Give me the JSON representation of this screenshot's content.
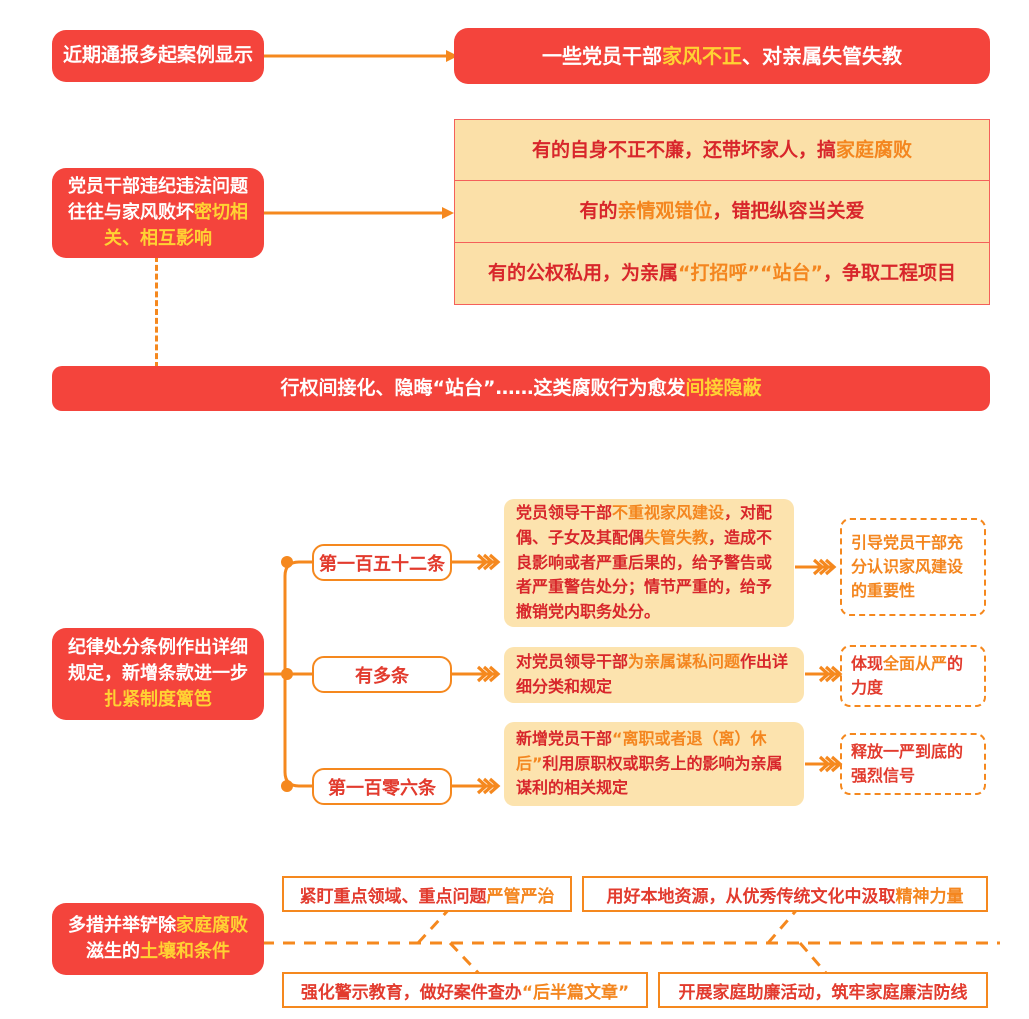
{
  "theme": {
    "red": "#F4443C",
    "orange": "#F5881E",
    "yellow": "#FFD233",
    "cream": "#FBE0A8",
    "deep_red": "#D8262B",
    "white": "#FFFFFF"
  },
  "section_top": {
    "source_label": "近期通报多起案例显示",
    "headline": {
      "pre": "一些党员干部",
      "hl": "家风不正",
      "post": "、对亲属失管失教"
    },
    "cause_box": {
      "pre": "党员干部违纪违法问题往往与家风败坏",
      "hl": "密切相关、相互影响"
    },
    "rows": [
      {
        "pre": "有的自身不正不廉，还带坏家人，搞",
        "hl": "家庭腐败",
        "post": ""
      },
      {
        "pre": "有的",
        "hl": "亲情观错位",
        "post": "，错把纵容当关爱"
      },
      {
        "pre": "有的公权私用，为亲属",
        "hl": "“打招呼”“站台”",
        "post": "，争取工程项目"
      }
    ],
    "banner": {
      "pre": "行权间接化、隐晦“站台”……这类腐败行为愈发",
      "hl": "间接隐蔽"
    }
  },
  "section_middle": {
    "lead_box": {
      "pre": "纪律处分条例作出详细规定，新增条款进一步",
      "hl": "扎紧制度篱笆"
    },
    "branches": [
      {
        "pill": "第一百五十二条",
        "detail": {
          "parts": [
            {
              "t": "党员领导干部",
              "hl": false
            },
            {
              "t": "不重视家风建设",
              "hl": true
            },
            {
              "t": "，对配偶、子女及其配偶",
              "hl": false
            },
            {
              "t": "失管失教",
              "hl": true
            },
            {
              "t": "，造成不良影响或者严重后果的，给予警告或者严重警告处分；情节严重的，给予撤销党内职务处分。",
              "hl": false
            }
          ]
        },
        "outcome": {
          "parts": [
            {
              "t": "引导党员干部充分认识家风建设的重要性",
              "hl": true
            }
          ]
        }
      },
      {
        "pill": "有多条",
        "detail": {
          "parts": [
            {
              "t": "对党员领导干部",
              "hl": false
            },
            {
              "t": "为亲属谋私问题",
              "hl": true
            },
            {
              "t": "作出详细分类和规定",
              "hl": false
            }
          ]
        },
        "outcome": {
          "parts": [
            {
              "t": "体现",
              "hl": false
            },
            {
              "t": "全面从严",
              "hl": true
            },
            {
              "t": "的力度",
              "hl": false
            }
          ]
        }
      },
      {
        "pill": "第一百零六条",
        "detail": {
          "parts": [
            {
              "t": "新增党员干部",
              "hl": false
            },
            {
              "t": "“离职或者退（离）休后”",
              "hl": true
            },
            {
              "t": "利用原职权或职务上的影响为亲属谋利的相关规定",
              "hl": false
            }
          ]
        },
        "outcome": {
          "parts": [
            {
              "t": "释放一严到底的强烈信号",
              "hl": false
            }
          ]
        }
      }
    ]
  },
  "section_bottom": {
    "lead_box": {
      "p1": "多措并举铲除",
      "hl1": "家庭腐败",
      "p2": "滋生的",
      "hl2": "土壤和条件"
    },
    "measures": [
      {
        "position": "top-left",
        "parts": [
          {
            "t": "紧盯重点领域、重点问题",
            "hl": false
          },
          {
            "t": "严管严治",
            "hl": true
          }
        ]
      },
      {
        "position": "top-right",
        "parts": [
          {
            "t": "用好本地资源，从优秀传统文化中汲取",
            "hl": false
          },
          {
            "t": "精神力量",
            "hl": true
          }
        ]
      },
      {
        "position": "bottom-left",
        "parts": [
          {
            "t": "强化警示教育，做好案件查办",
            "hl": false
          },
          {
            "t": "“后半篇文章”",
            "hl": true
          }
        ]
      },
      {
        "position": "bottom-right",
        "parts": [
          {
            "t": "开展家庭助廉活动，筑牢家庭廉洁防线",
            "hl": false
          }
        ]
      }
    ]
  },
  "icons": {
    "arrow_right": "arrow-right-icon",
    "chevron_triple": "triple-chevron-icon",
    "branch_dot": "branch-dot-icon"
  }
}
